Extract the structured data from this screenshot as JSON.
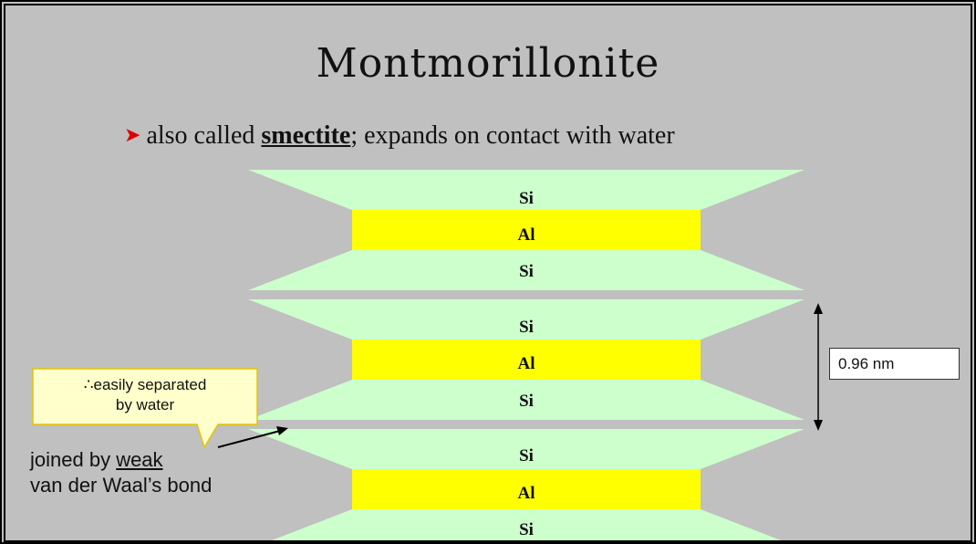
{
  "slide": {
    "title": "Montmorillonite",
    "bullet": {
      "prefix": "also called ",
      "keyword": "smectite",
      "suffix": "; expands on contact with water"
    }
  },
  "layers": [
    {
      "label": "Si"
    },
    {
      "label": "Al"
    },
    {
      "label": "Si"
    },
    {
      "label": "Si"
    },
    {
      "label": "Al"
    },
    {
      "label": "Si"
    },
    {
      "label": "Si"
    },
    {
      "label": "Al"
    },
    {
      "label": "Si"
    }
  ],
  "dimension": {
    "value": "0.96 nm"
  },
  "callout": {
    "line1": "∴easily separated",
    "line2": "by water"
  },
  "bond_note": {
    "line1_prefix": "joined by ",
    "line1_keyword": "weak",
    "line2": "van der Waal’s bond"
  },
  "colors": {
    "background": "#c0c0c0",
    "silica": "#ccffcc",
    "alumina": "#ffff00",
    "callout_fill": "#ffffcc",
    "callout_border": "#e6c400",
    "bullet_arrow": "#e00000"
  }
}
